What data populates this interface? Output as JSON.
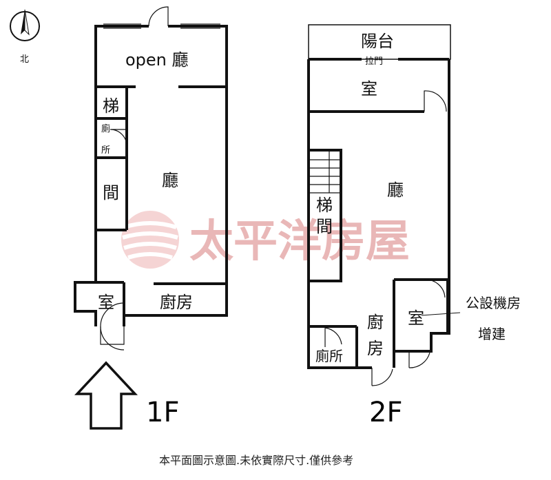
{
  "compass": {
    "letter": "北"
  },
  "floor1": {
    "label": "1F",
    "rooms": {
      "open_hall": "open  廳",
      "stairs": "梯",
      "toilet_top": "廁",
      "toilet_bottom": "所",
      "room_jian": "間",
      "hall": "廳",
      "room": "室",
      "kitchen": "廚房"
    }
  },
  "floor2": {
    "label": "2F",
    "rooms": {
      "balcony": "陽台",
      "sliding_door": "拉門",
      "room_top": "室",
      "hall": "廳",
      "stairs_a": "梯",
      "stairs_b": "間",
      "room_right": "室",
      "kitchen_a": "廚",
      "kitchen_b": "房",
      "toilet": "廁所"
    },
    "annotation_line1": "公設機房",
    "annotation_line2": "增建"
  },
  "watermark": "太平洋房屋",
  "footer": "本平面圖示意圖.未依實際尺寸.僅供參考",
  "colors": {
    "wall": "#111111",
    "watermark": "#e9b7b7",
    "background": "#ffffff"
  }
}
